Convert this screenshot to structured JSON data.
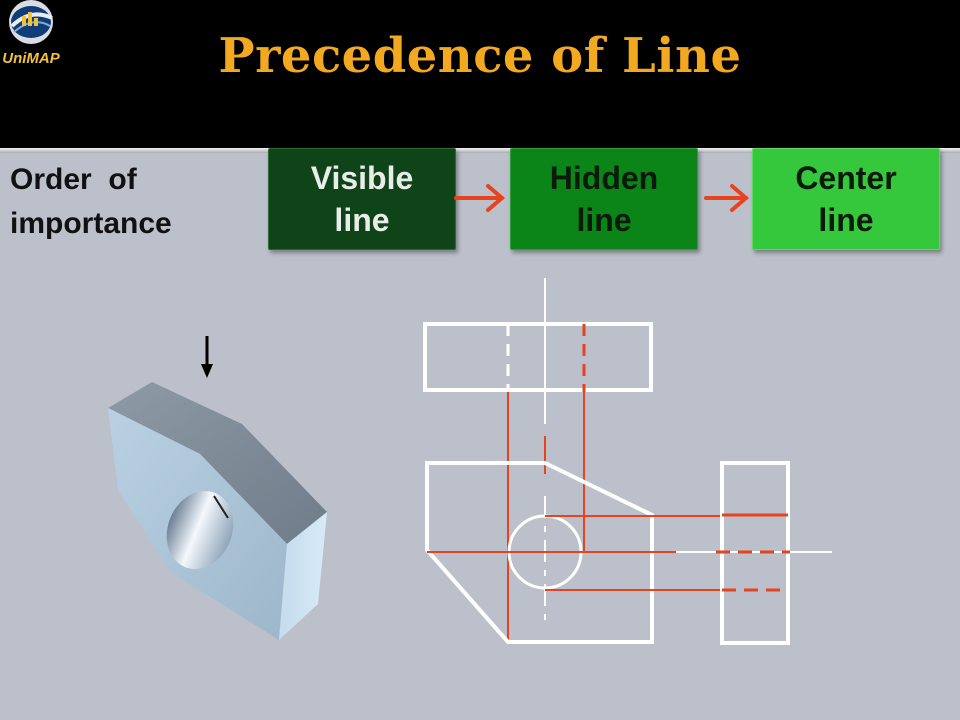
{
  "slide": {
    "title": "Precedence of Line",
    "order_label_line1": "Order  of",
    "order_label_line2": "importance"
  },
  "logo": {
    "text": "UniMAP",
    "icon": "unimap-logo-icon"
  },
  "precedence_boxes": [
    {
      "line1": "Visible",
      "line2": "line",
      "color": "#0e4417"
    },
    {
      "line1": "Hidden",
      "line2": "line",
      "color": "#0b8418"
    },
    {
      "line1": "Center",
      "line2": "line",
      "color": "#35c73c"
    }
  ],
  "colors": {
    "title": "#f2a81f",
    "background": "#bcc0ca",
    "header": "#000000",
    "arrow": "#e8431f",
    "drawing_visible": "#ffffff",
    "drawing_hidden_center": "#e8431f"
  },
  "icons": {
    "flow_arrow": "arrow-right-icon",
    "view_direction": "arrow-down-icon"
  }
}
